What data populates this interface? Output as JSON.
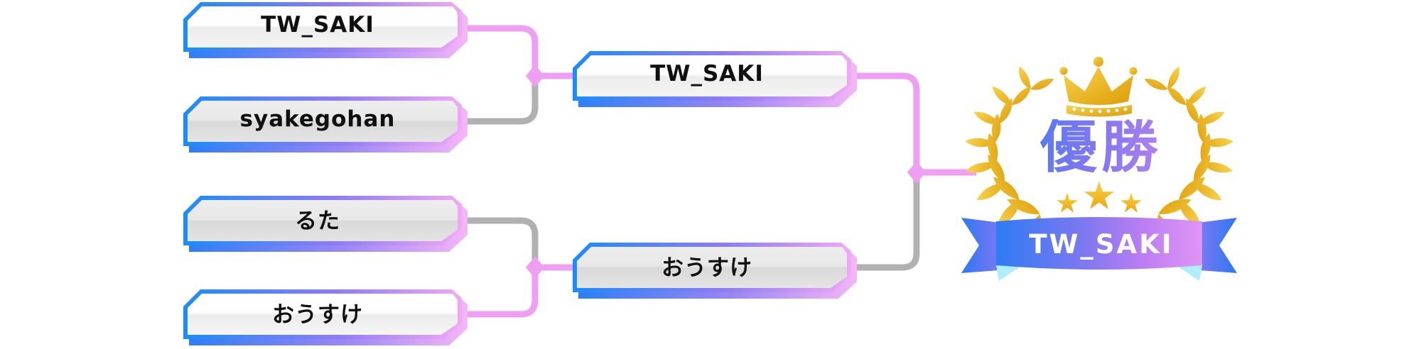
{
  "bracket": {
    "round1": [
      {
        "player": "TW_SAKI",
        "result": "win"
      },
      {
        "player": "syakegohan",
        "result": "lose"
      },
      {
        "player": "るた",
        "result": "lose"
      },
      {
        "player": "おうすけ",
        "result": "win"
      }
    ],
    "round2": [
      {
        "player": "TW_SAKI",
        "result": "win"
      },
      {
        "player": "おうすけ",
        "result": "lose"
      }
    ],
    "champion": "TW_SAKI"
  },
  "badge": {
    "title": "優勝",
    "name": "TW_SAKI",
    "icons": [
      "crown-icon",
      "laurel-wreath-icon",
      "star-icon",
      "ribbon-banner"
    ]
  },
  "colors": {
    "winner_line": "#ef9ff1",
    "loser_line": "#b1b1b1",
    "box_border_blue": "#1b8cfa",
    "box_border_violet": "#f0a9f5",
    "gold": "#f0b429",
    "ribbon_blue": "#2e7bf5",
    "ribbon_pink": "#e095f5",
    "title_gradient": [
      "#3079f5",
      "#d98df2"
    ]
  }
}
